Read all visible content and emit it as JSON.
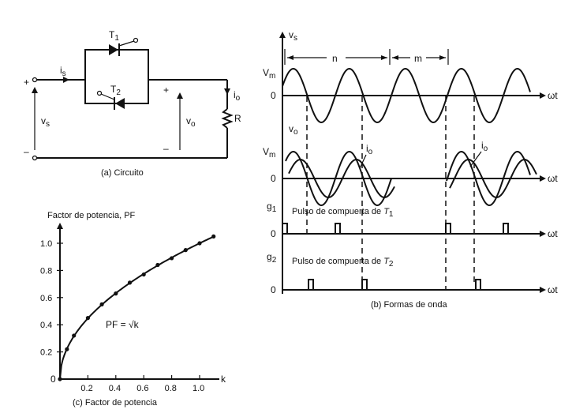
{
  "circuit": {
    "caption": "(a) Circuito",
    "t1": "T",
    "t1_sub": "1",
    "t2": "T",
    "t2_sub": "2",
    "is": "i",
    "is_sub": "s",
    "vs": "v",
    "vs_sub": "s",
    "vo": "v",
    "vo_sub": "o",
    "io": "i",
    "io_sub": "o",
    "r": "R",
    "plus": "+",
    "minus": "–"
  },
  "waveforms": {
    "caption": "(b) Formas de onda",
    "vs_label": "v",
    "vs_sub": "s",
    "vo_label": "v",
    "vo_sub": "o",
    "vm": "V",
    "vm_sub": "m",
    "zero": "0",
    "wt": "ωt",
    "n": "n",
    "m": "m",
    "io": "i",
    "io_sub": "o",
    "g1": "g",
    "g1_sub": "1",
    "g2": "g",
    "g2_sub": "2",
    "pulse1": "Pulso de compuerta de ",
    "pulse1_t": "T",
    "pulse1_sub": "1",
    "pulse2": "Pulso de compuerta de ",
    "pulse2_t": "T",
    "pulse2_sub": "2"
  },
  "pf_chart": {
    "caption": "(c) Factor de potencia",
    "ylabel": "Factor de potencia, PF",
    "xlabel": "k",
    "formula": "PF = √k",
    "origin": "0"
  },
  "chart_data": {
    "type": "line",
    "title": "Factor de potencia, PF",
    "xlabel": "k",
    "ylabel": "Factor de potencia, PF",
    "xlim": [
      0,
      1.1
    ],
    "ylim": [
      0,
      1.1
    ],
    "x_ticks": [
      "0.2",
      "0.4",
      "0.6",
      "0.8",
      "1.0"
    ],
    "y_ticks": [
      "0.2",
      "0.4",
      "0.6",
      "0.8",
      "1.0"
    ],
    "series": [
      {
        "name": "PF = √k",
        "x": [
          0.0,
          0.05,
          0.1,
          0.2,
          0.3,
          0.4,
          0.5,
          0.6,
          0.7,
          0.8,
          0.9,
          1.0,
          1.1
        ],
        "values": [
          0.0,
          0.22,
          0.32,
          0.45,
          0.55,
          0.63,
          0.71,
          0.77,
          0.84,
          0.89,
          0.95,
          1.0,
          1.05
        ]
      }
    ]
  }
}
